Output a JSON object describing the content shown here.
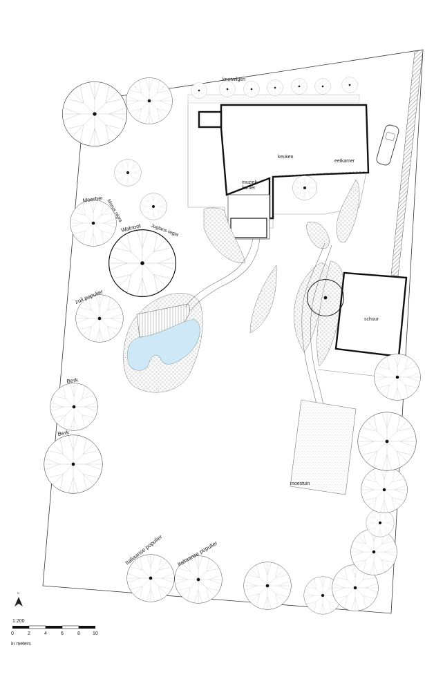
{
  "plan": {
    "scale_label": "1:200",
    "scale_ticks": [
      "0",
      "2",
      "4",
      "6",
      "8",
      "10"
    ],
    "units_label": "in meters",
    "north_label": "N"
  },
  "rooms": {
    "keuken": "keuken",
    "eetkamer": "eetkamer",
    "muziek": "muziek",
    "kamer": "kamer",
    "schuur": "schuur",
    "moestuin": "moestuin"
  },
  "trees": {
    "knotwilgen": "knotwilgen",
    "moerbei": "Moerbei",
    "moerbei_latin": "Morus nigra",
    "walnoot": "Walnoot",
    "walnoot_latin": "Juglans regia",
    "zuil_populier": "zuil populier",
    "berk_1": "Berk",
    "berk_2": "Berk",
    "italiaanse_1": "Italiaanse populier",
    "italiaanse_2": "Italiaanse populier"
  },
  "colors": {
    "pond": "#cfe8f7",
    "outline": "#111111",
    "gravel": "#bbbbbb"
  }
}
